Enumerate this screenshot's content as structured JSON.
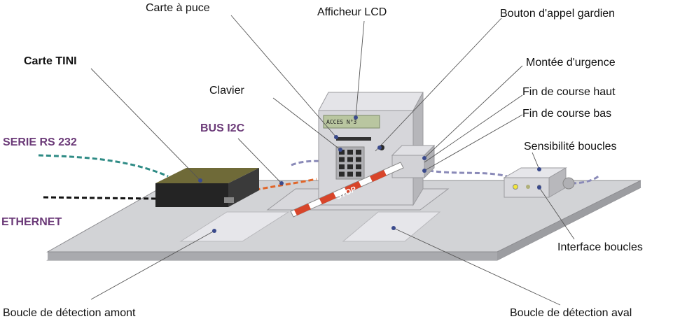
{
  "labels": {
    "carte_a_puce": "Carte à puce",
    "afficheur_lcd": "Afficheur LCD",
    "bouton_appel_gardien": "Bouton d'appel gardien",
    "montee_urgence": "Montée d'urgence",
    "fin_course_haut": "Fin de course haut",
    "fin_course_bas": "Fin de course bas",
    "sensibilite_boucles": "Sensibilité boucles",
    "interface_boucles": "Interface boucles",
    "boucle_aval": "Boucle de détection aval",
    "boucle_amont": "Boucle de détection amont",
    "carte_tini": "Carte TINI",
    "clavier": "Clavier",
    "bus_i2c": "BUS I2C",
    "serie_rs232": "SERIE RS 232",
    "ethernet": "ETHERNET"
  },
  "device": {
    "lcd_text": "ACCES N°3",
    "barrier_text": "STOP"
  },
  "colors": {
    "platform": "#c8c8ca",
    "platform_edge": "#8c8c90",
    "tini_board": "#2a2a2a",
    "tini_top": "#6f6a38",
    "lcd": "#b9c6a0",
    "barrier_red": "#d8452a",
    "serial_cable": "#2e8b85",
    "i2c_cable": "#e0662a",
    "loop_cable": "#8a8ab8",
    "ethernet_cable": "#111111",
    "label_purple": "#6b3a78"
  }
}
